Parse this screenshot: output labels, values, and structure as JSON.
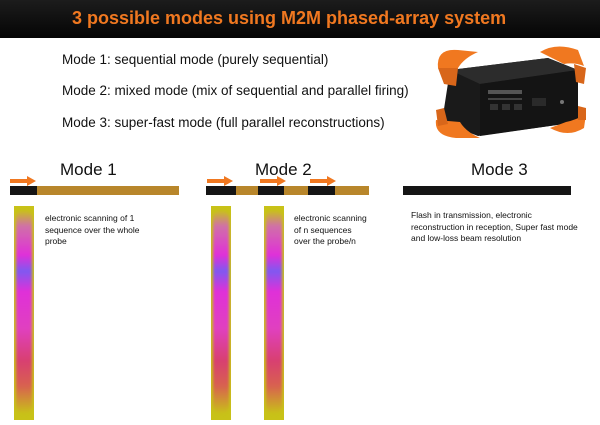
{
  "header": {
    "title": "3 possible modes using M2M phased-array system"
  },
  "modes_list": [
    "Mode 1: sequential mode (purely sequential)",
    "Mode 2: mixed mode (mix of sequential and parallel firing)",
    "Mode 3: super-fast mode (full parallel reconstructions)"
  ],
  "columns": [
    {
      "title": "Mode 1",
      "description": "electronic scanning of 1 sequence over the whole probe"
    },
    {
      "title": "Mode 2",
      "description": "electronic scanning of n sequences over the probe/n"
    },
    {
      "title": "Mode 3",
      "description": "Flash in transmission, electronic reconstruction in reception, Super fast mode and low-loss beam resolution"
    }
  ],
  "colors": {
    "title": "#f07820",
    "arrow": "#f07820",
    "bar": "#b8862b",
    "segment": "#151515",
    "device_bumper": "#f07820",
    "device_body": "#1a1a1a"
  },
  "device": {
    "icon": "phased-array-device-photo"
  }
}
